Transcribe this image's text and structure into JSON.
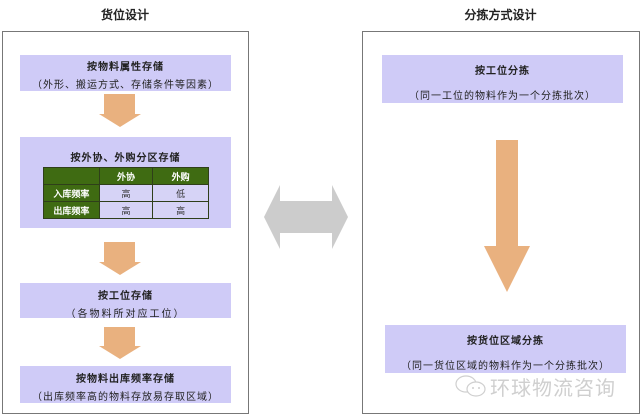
{
  "left": {
    "title": "货位设计",
    "boxes": [
      {
        "main": "按物料属性存储",
        "sub": "（外形、搬运方式、存储条件等因素）"
      },
      {
        "main": "按外协、外购分区存储"
      },
      {
        "main": "按工位存储",
        "sub": "（各物料所对应工位）"
      },
      {
        "main": "按物料出库频率存储",
        "sub": "（出库频率高的物料存放易存取区域）"
      }
    ],
    "table": {
      "columns": [
        "",
        "外协",
        "外购"
      ],
      "rows": [
        {
          "label": "入库频率",
          "cells": [
            "高",
            "低"
          ]
        },
        {
          "label": "出库频率",
          "cells": [
            "高",
            "高"
          ]
        }
      ]
    }
  },
  "right": {
    "title": "分拣方式设计",
    "boxes": [
      {
        "main": "按工位分拣",
        "sub": "（同一工位的物料作为一个分拣批次）"
      },
      {
        "main": "按货位区域分拣",
        "sub": "（同一货位区域的物料作为一个分拣批次）"
      }
    ]
  },
  "connector": {
    "icon": "double-arrow-icon"
  },
  "watermark": {
    "icon": "wechat-icon",
    "text": "环球物流咨询"
  },
  "colors": {
    "box_fill": "#cfcbf7",
    "arrow_fill": "#e9b17f",
    "connector_fill": "#cccccc",
    "table_header": "#3f6b12"
  }
}
